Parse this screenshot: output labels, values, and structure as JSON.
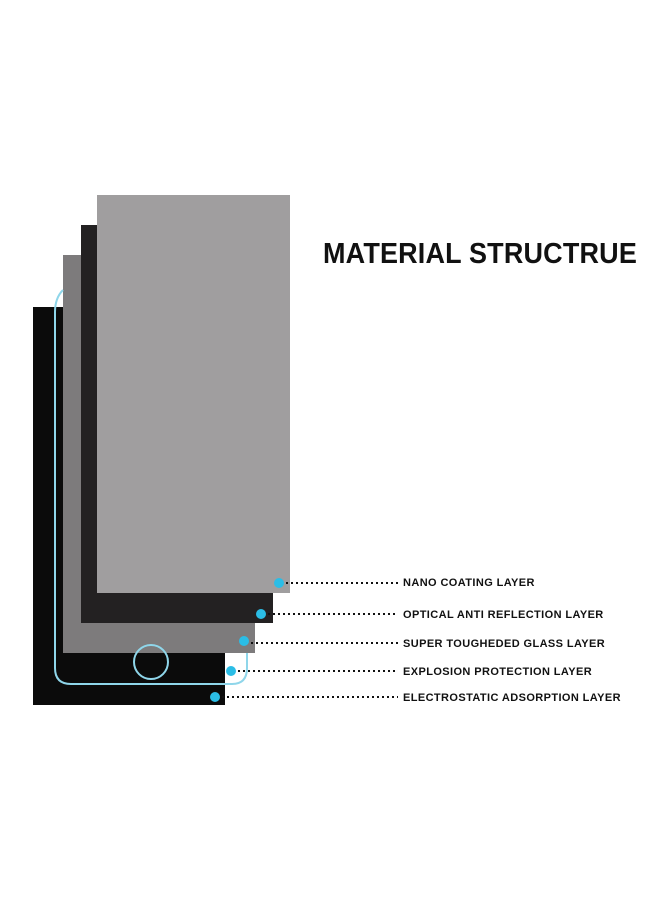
{
  "title": "MATERIAL STRUCTRUE",
  "layers": [
    {
      "label": "NANO COATING LAYER"
    },
    {
      "label": "OPTICAL ANTI REFLECTION LAYER"
    },
    {
      "label": "SUPER TOUGHEDED GLASS LAYER"
    },
    {
      "label": "EXPLOSION PROTECTION LAYER"
    },
    {
      "label": "ELECTROSTATIC ADSORPTION LAYER"
    }
  ],
  "colors": {
    "marker": "#2bbde6",
    "outline": "#8fd6ea",
    "nano_layer": "#a09e9f",
    "anti_reflection_layer": "#232122",
    "glass_layer": "#7d7b7c",
    "phone_body": "#0b0b0b"
  }
}
